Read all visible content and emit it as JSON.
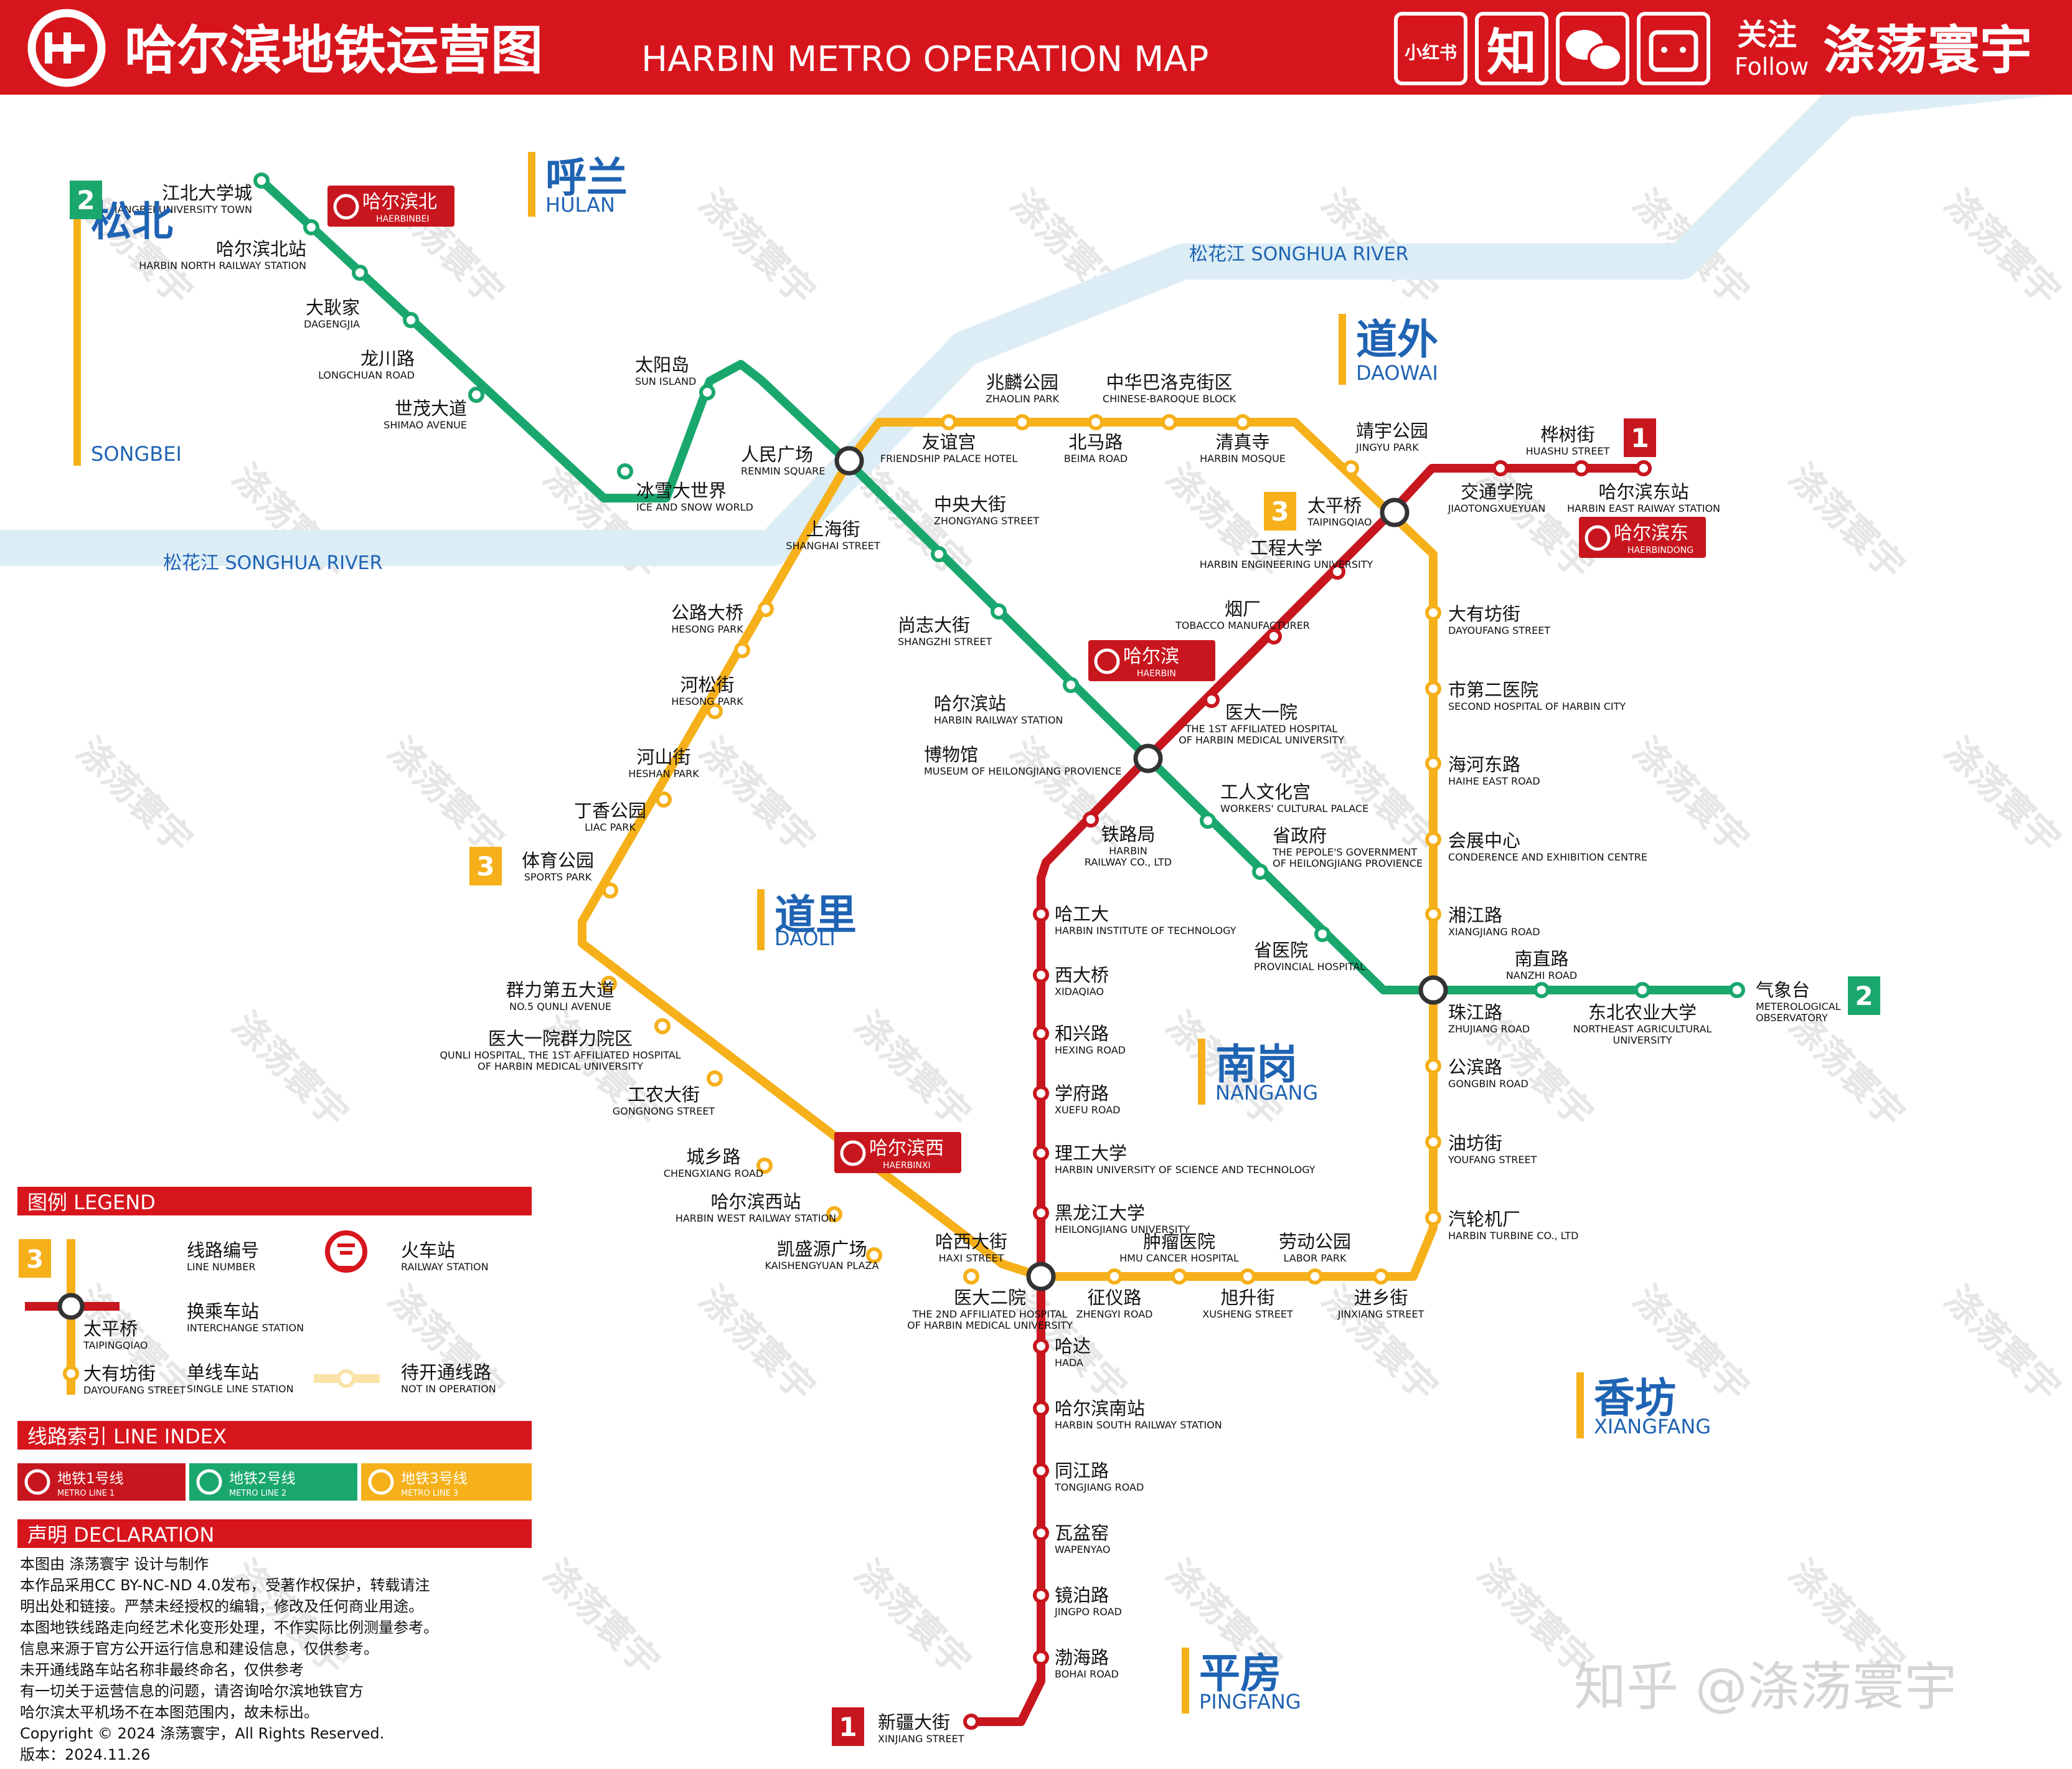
{
  "header": {
    "title_cn": "哈尔滨地铁运营图",
    "title_en": "HARBIN METRO OPERATION MAP",
    "social_xhs": "小红书",
    "social_zhihu": "知",
    "follow_cn": "关注",
    "follow_en": "Follow",
    "author": "涤荡寰宇"
  },
  "colors": {
    "header_red": "#d7151d",
    "line1": "#c8161e",
    "line2": "#1aa76e",
    "line3": "#f5b01a",
    "district": "#1f63b3",
    "river": "#dcedf5",
    "station_fill": "#ffffff"
  },
  "watermark": {
    "text": "涤荡寰宇",
    "bottom": "知乎 @涤荡寰宇"
  },
  "rivers": [
    {
      "name": "松花江 SONGHUA RIVER"
    },
    {
      "name": "松花江 SONGHUA RIVER"
    }
  ],
  "districts": [
    {
      "cn": "呼兰",
      "en": "HULAN"
    },
    {
      "cn": "松北",
      "en": "SONGBEI"
    },
    {
      "cn": "道外",
      "en": "DAOWAI"
    },
    {
      "cn": "道里",
      "en": "DAOLI"
    },
    {
      "cn": "南岗",
      "en": "NANGANG"
    },
    {
      "cn": "香坊",
      "en": "XIANGFANG"
    },
    {
      "cn": "平房",
      "en": "PINGFANG"
    }
  ],
  "rail_stations": [
    {
      "cn": "哈尔滨北",
      "en": "HAERBINBEI"
    },
    {
      "cn": "哈尔滨东",
      "en": "HAERBINDONG"
    },
    {
      "cn": "哈尔滨",
      "en": "HAERBIN"
    },
    {
      "cn": "哈尔滨西",
      "en": "HAERBINXI"
    }
  ],
  "line_badges": [
    "2",
    "1",
    "3",
    "3",
    "2",
    "1"
  ],
  "stations": [
    {
      "cn": "江北大学城",
      "en": "JIANGBEI UNIVERSITY TOWN"
    },
    {
      "cn": "哈尔滨北站",
      "en": "HARBIN NORTH RAILWAY STATION"
    },
    {
      "cn": "大耿家",
      "en": "DAGENGJIA"
    },
    {
      "cn": "龙川路",
      "en": "LONGCHUAN ROAD"
    },
    {
      "cn": "世茂大道",
      "en": "SHIMAO AVENUE"
    },
    {
      "cn": "冰雪大世界",
      "en": "ICE AND SNOW WORLD"
    },
    {
      "cn": "太阳岛",
      "en": "SUN ISLAND"
    },
    {
      "cn": "人民广场",
      "en": "RENMIN SQUARE"
    },
    {
      "cn": "中央大街",
      "en": "ZHONGYANG STREET"
    },
    {
      "cn": "尚志大街",
      "en": "SHANGZHI STREET"
    },
    {
      "cn": "哈尔滨站",
      "en": "HARBIN RAILWAY STATION"
    },
    {
      "cn": "博物馆",
      "en": "MUSEUM OF HEILONGJIANG PROVIENCE"
    },
    {
      "cn": "工人文化宫",
      "en": "WORKERS' CULTURAL PALACE"
    },
    {
      "cn": "省政府",
      "en": "THE PEPOLE'S GOVERNMENT",
      "en2": "OF HEILONGJIANG PROVIENCE"
    },
    {
      "cn": "省医院",
      "en": "PROVINCIAL HOSPITAL"
    },
    {
      "cn": "南直路",
      "en": "NANZHI ROAD"
    },
    {
      "cn": "东北农业大学",
      "en": "NORTHEAST AGRICULTURAL",
      "en2": "UNIVERSITY"
    },
    {
      "cn": "气象台",
      "en": "METEROLOGICAL",
      "en2": "OBSERVATORY"
    },
    {
      "cn": "兆麟公园",
      "en": "ZHAOLIN PARK"
    },
    {
      "cn": "中华巴洛克街区",
      "en": "CHINESE-BAROQUE BLOCK"
    },
    {
      "cn": "友谊宫",
      "en": "FRIENDSHIP PALACE HOTEL"
    },
    {
      "cn": "北马路",
      "en": "BEIMA ROAD"
    },
    {
      "cn": "清真寺",
      "en": "HARBIN MOSQUE"
    },
    {
      "cn": "靖宇公园",
      "en": "JINGYU PARK"
    },
    {
      "cn": "太平桥",
      "en": "TAIPINGQIAO"
    },
    {
      "cn": "大有坊街",
      "en": "DAYOUFANG STREET"
    },
    {
      "cn": "市第二医院",
      "en": "SECOND HOSPITAL OF HARBIN CITY"
    },
    {
      "cn": "海河东路",
      "en": "HAIHE EAST ROAD"
    },
    {
      "cn": "会展中心",
      "en": "CONDERENCE AND EXHIBITION CENTRE"
    },
    {
      "cn": "湘江路",
      "en": "XIANGJIANG ROAD"
    },
    {
      "cn": "珠江路",
      "en": "ZHUJIANG ROAD"
    },
    {
      "cn": "公滨路",
      "en": "GONGBIN ROAD"
    },
    {
      "cn": "油坊街",
      "en": "YOUFANG STREET"
    },
    {
      "cn": "汽轮机厂",
      "en": "HARBIN TURBINE CO., LTD"
    },
    {
      "cn": "劳动公园",
      "en": "LABOR PARK"
    },
    {
      "cn": "进乡街",
      "en": "JINXIANG STREET"
    },
    {
      "cn": "旭升街",
      "en": "XUSHENG STREET"
    },
    {
      "cn": "肿瘤医院",
      "en": "HMU CANCER HOSPITAL"
    },
    {
      "cn": "征仪路",
      "en": "ZHENGYI ROAD"
    },
    {
      "cn": "医大二院",
      "en": "THE 2ND AFFILIATED HOSPITAL",
      "en2": "OF HARBIN MEDICAL UNIVERSITY"
    },
    {
      "cn": "哈西大街",
      "en": "HAXI STREET"
    },
    {
      "cn": "凯盛源广场",
      "en": "KAISHENGYUAN PLAZA"
    },
    {
      "cn": "哈尔滨西站",
      "en": "HARBIN WEST RAILWAY STATION"
    },
    {
      "cn": "城乡路",
      "en": "CHENGXIANG ROAD"
    },
    {
      "cn": "工农大街",
      "en": "GONGNONG STREET"
    },
    {
      "cn": "医大一院群力院区",
      "en": "QUNLI HOSPITAL, THE 1ST AFFILIATED HOSPITAL",
      "en2": "OF HARBIN MEDICAL UNIVERSITY"
    },
    {
      "cn": "群力第五大道",
      "en": "NO.5 QUNLI AVENUE"
    },
    {
      "cn": "体育公园",
      "en": "SPORTS PARK"
    },
    {
      "cn": "丁香公园",
      "en": "LIAC PARK"
    },
    {
      "cn": "河山街",
      "en": "HESHAN PARK"
    },
    {
      "cn": "河松街",
      "en": "HESONG PARK"
    },
    {
      "cn": "公路大桥",
      "en": "HESONG PARK"
    },
    {
      "cn": "上海街",
      "en": "SHANGHAI STREET"
    },
    {
      "cn": "桦树街",
      "en": "HUASHU STREET"
    },
    {
      "cn": "交通学院",
      "en": "JIAOTONGXUEYUAN"
    },
    {
      "cn": "哈尔滨东站",
      "en": "HARBIN EAST RAIWAY STATION"
    },
    {
      "cn": "工程大学",
      "en": "HARBIN ENGINEERING UNIVERSITY"
    },
    {
      "cn": "烟厂",
      "en": "TOBACCO MANUFACTURER"
    },
    {
      "cn": "医大一院",
      "en": "THE 1ST AFFILIATED HOSPITAL",
      "en2": "OF HARBIN MEDICAL UNIVERSITY"
    },
    {
      "cn": "铁路局",
      "en": "HARBIN",
      "en2": "RAILWAY CO., LTD"
    },
    {
      "cn": "哈工大",
      "en": "HARBIN INSTITUTE OF TECHNOLOGY"
    },
    {
      "cn": "西大桥",
      "en": "XIDAQIAO"
    },
    {
      "cn": "和兴路",
      "en": "HEXING ROAD"
    },
    {
      "cn": "学府路",
      "en": "XUEFU ROAD"
    },
    {
      "cn": "理工大学",
      "en": "HARBIN UNIVERSITY OF SCIENCE AND TECHNOLOGY"
    },
    {
      "cn": "黑龙江大学",
      "en": "HEILONGJIANG UNIVERSITY"
    },
    {
      "cn": "哈达",
      "en": "HADA"
    },
    {
      "cn": "哈尔滨南站",
      "en": "HARBIN SOUTH RAILWAY STATION"
    },
    {
      "cn": "同江路",
      "en": "TONGJIANG ROAD"
    },
    {
      "cn": "瓦盆窑",
      "en": "WAPENYAO"
    },
    {
      "cn": "镜泊路",
      "en": "JINGPO ROAD"
    },
    {
      "cn": "渤海路",
      "en": "BOHAI ROAD"
    },
    {
      "cn": "新疆大街",
      "en": "XINJIANG STREET"
    }
  ],
  "legend": {
    "title": "图例 LEGEND",
    "line_number_cn": "线路编号",
    "line_number_en": "LINE NUMBER",
    "railway_cn": "火车站",
    "railway_en": "RAILWAY STATION",
    "interchange_cn": "换乘车站",
    "interchange_en": "INTERCHANGE STATION",
    "single_cn": "单线车站",
    "single_en": "SINGLE LINE STATION",
    "notop_cn": "待开通线路",
    "notop_en": "NOT IN OPERATION",
    "sample_num": "3",
    "sample1_cn": "太平桥",
    "sample1_en": "TAIPINGQIAO",
    "sample2_cn": "大有坊街",
    "sample2_en": "DAYOUFANG STREET"
  },
  "line_index": {
    "title": "线路索引 LINE INDEX",
    "lines": [
      {
        "cn": "地铁1号线",
        "en": "METRO LINE 1"
      },
      {
        "cn": "地铁2号线",
        "en": "METRO LINE 2"
      },
      {
        "cn": "地铁3号线",
        "en": "METRO LINE 3"
      }
    ]
  },
  "declaration": {
    "title": "声明 DECLARATION",
    "lines": [
      "本图由 涤荡寰宇 设计与制作",
      "本作品采用CC BY-NC-ND 4.0发布，受著作权保护，转载请注",
      "明出处和链接。严禁未经授权的编辑，修改及任何商业用途。",
      "本图地铁线路走向经艺术化变形处理，不作实际比例测量参考。",
      "信息来源于官方公开运行信息和建设信息，仅供参考。",
      "未开通线路车站名称非最终命名，仅供参考",
      "有一切关于运营信息的问题，请咨询哈尔滨地铁官方",
      "哈尔滨太平机场不在本图范围内，故未标出。",
      "Copyright ©  2024 涤荡寰宇，All Rights Reserved.",
      "版本：2024.11.26"
    ]
  }
}
